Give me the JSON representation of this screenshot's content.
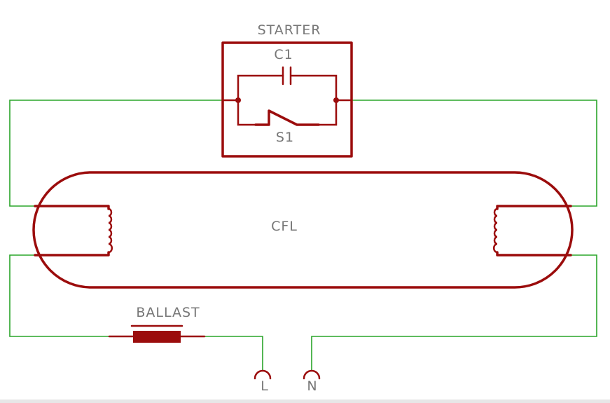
{
  "diagram": {
    "labels": {
      "starter": "STARTER",
      "c1": "C1",
      "s1": "S1",
      "cfl": "CFL",
      "ballast": "BALLAST",
      "line": "L",
      "neutral": "N"
    },
    "colors": {
      "wire": "#2aa52a",
      "component": "#9b0c0c",
      "text": "#777777"
    }
  }
}
